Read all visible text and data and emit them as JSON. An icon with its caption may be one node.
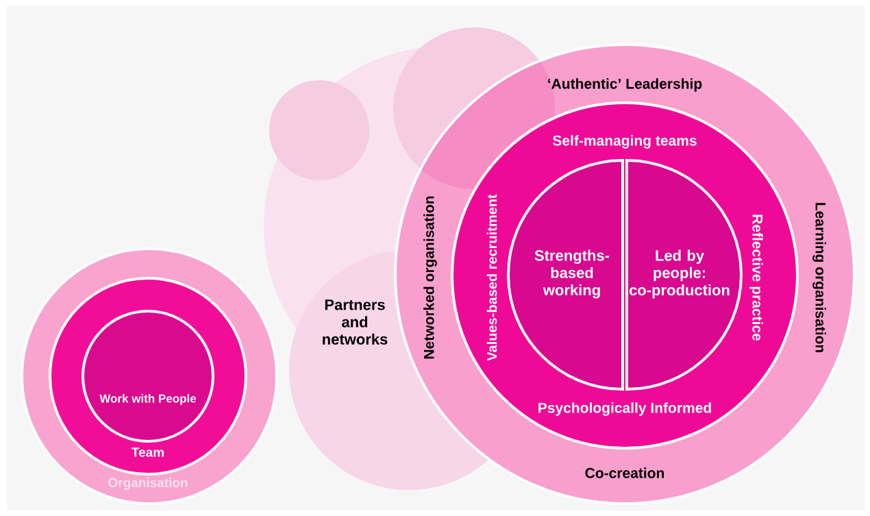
{
  "diagram": {
    "nodes": [
      {
        "text": [
          "Organisation"
        ]
      },
      {
        "text": [
          "Team"
        ],
        "in": 0
      },
      {
        "text": [
          "Work with People"
        ],
        "in": 1
      },
      {
        "text": [
          "‘Authentic’ Leadership",
          "Networked organisation",
          "Learning organisation",
          "Co-creation"
        ]
      },
      {
        "text": [
          "Self-managing teams",
          "Values-based recruitment",
          "Reflective practice",
          "Psychologically Informed"
        ],
        "in": 3
      },
      {
        "text": [
          "Strengths-based working"
        ],
        "in": 4
      },
      {
        "text": [
          "Led by people: co-production"
        ],
        "in": 4
      }
    ],
    "labels": [
      "Partners and networks"
    ]
  }
}
